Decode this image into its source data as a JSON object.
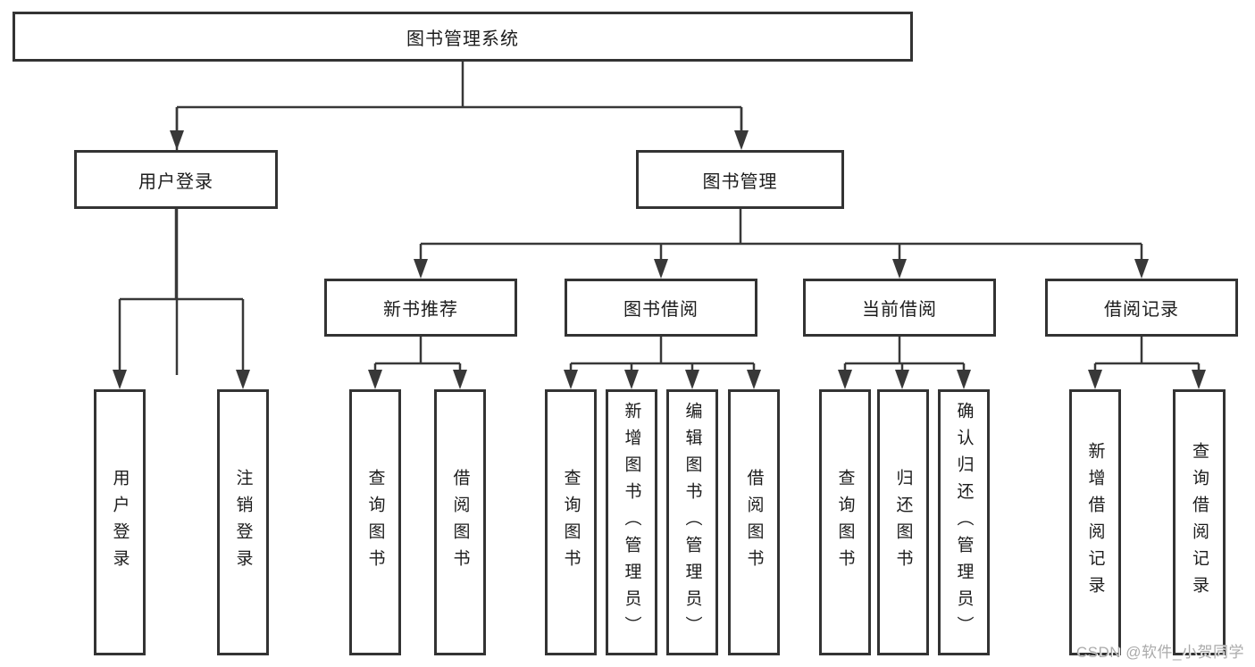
{
  "diagram": {
    "root": {
      "label": "图书管理系统"
    },
    "branches": [
      {
        "label": "用户登录",
        "children": [
          {
            "label": "用户登录"
          },
          {
            "label": "注销登录"
          }
        ]
      },
      {
        "label": "图书管理",
        "groups": [
          {
            "label": "新书推荐",
            "children": [
              {
                "label": "查询图书"
              },
              {
                "label": "借阅图书"
              }
            ]
          },
          {
            "label": "图书借阅",
            "children": [
              {
                "label": "查询图书"
              },
              {
                "label": "新增图书（管理员）"
              },
              {
                "label": "编辑图书（管理员）"
              },
              {
                "label": "借阅图书"
              }
            ]
          },
          {
            "label": "当前借阅",
            "children": [
              {
                "label": "查询图书"
              },
              {
                "label": "归还图书"
              },
              {
                "label": "确认归还（管理员）"
              }
            ]
          },
          {
            "label": "借阅记录",
            "children": [
              {
                "label": "新增借阅记录"
              },
              {
                "label": "查询借阅记录"
              }
            ]
          }
        ]
      }
    ],
    "colors": {
      "line": "#383838",
      "border": "#333333",
      "text": "#1c1c1c",
      "background": "#ffffff",
      "watermark": "#ababab"
    }
  },
  "watermark": {
    "text": "CSDN @软件_小贺同学"
  }
}
